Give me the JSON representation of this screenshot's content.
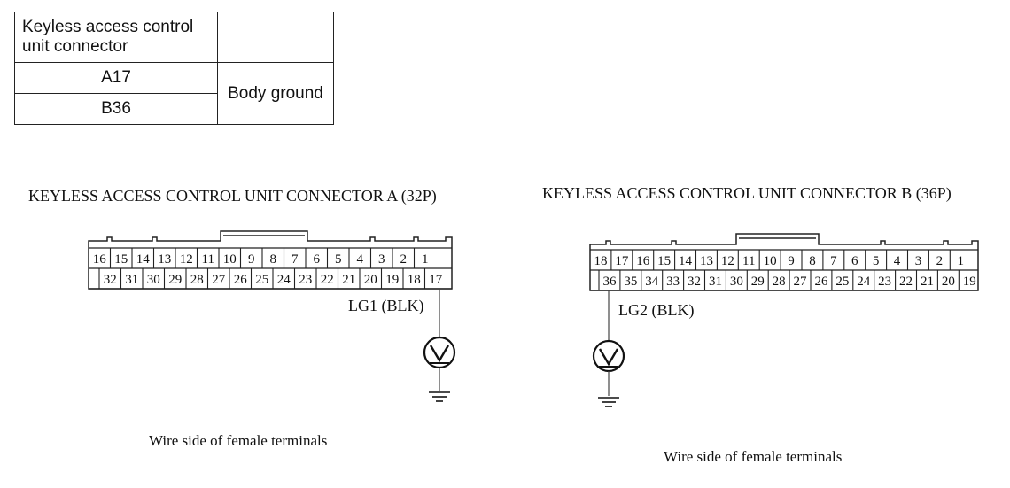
{
  "table": {
    "header_left": "Keyless access control unit connector",
    "header_right": "",
    "rows": [
      {
        "pin": "A17"
      },
      {
        "pin": "B36"
      }
    ],
    "ground_label": "Body ground"
  },
  "connector_a": {
    "title": "KEYLESS ACCESS CONTROL UNIT CONNECTOR A (32P)",
    "top_row": [
      "16",
      "15",
      "14",
      "13",
      "12",
      "11",
      "10",
      "9",
      "8",
      "7",
      "6",
      "5",
      "4",
      "3",
      "2",
      "1"
    ],
    "bottom_row": [
      "32",
      "31",
      "30",
      "29",
      "28",
      "27",
      "26",
      "25",
      "24",
      "23",
      "22",
      "21",
      "20",
      "19",
      "18",
      "17"
    ],
    "wire_label": "LG1 (BLK)",
    "caption": "Wire side of female terminals"
  },
  "connector_b": {
    "title": "KEYLESS ACCESS CONTROL UNIT CONNECTOR B (36P)",
    "top_row": [
      "18",
      "17",
      "16",
      "15",
      "14",
      "13",
      "12",
      "11",
      "10",
      "9",
      "8",
      "7",
      "6",
      "5",
      "4",
      "3",
      "2",
      "1"
    ],
    "bottom_row": [
      "36",
      "35",
      "34",
      "33",
      "32",
      "31",
      "30",
      "29",
      "28",
      "27",
      "26",
      "25",
      "24",
      "23",
      "22",
      "21",
      "20",
      "19"
    ],
    "wire_label": "LG2 (BLK)",
    "caption": "Wire side of female terminals"
  }
}
